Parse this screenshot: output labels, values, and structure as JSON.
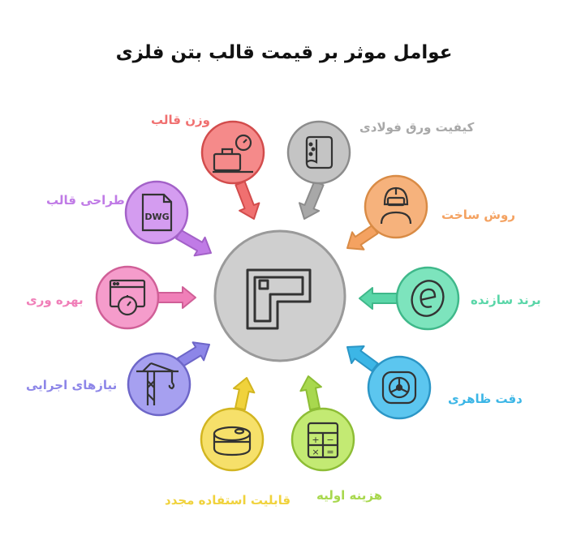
{
  "title": "عوامل موثر بر قیمت قالب بتن فلزی",
  "center": {
    "icon": "formwork-icon"
  },
  "factors": [
    {
      "id": "steel-sheet-quality",
      "label": "کیفیت ورق فولادی",
      "color": "#a8a8a8",
      "icon": "steel-roll-icon"
    },
    {
      "id": "construction-method",
      "label": "روش ساخت",
      "color": "#f4a261",
      "icon": "welder-icon"
    },
    {
      "id": "manufacturer-brand",
      "label": "برند سازنده",
      "color": "#5ad6a8",
      "icon": "brand-e-icon"
    },
    {
      "id": "surface-precision",
      "label": "دقت ظاهری",
      "color": "#3cb6e6",
      "icon": "tire-icon"
    },
    {
      "id": "initial-cost",
      "label": "هزینه اولیه",
      "color": "#a8d84e",
      "icon": "calculator-icon"
    },
    {
      "id": "reusability",
      "label": "قابلیت استفاده مجدد",
      "color": "#f0d23c",
      "icon": "recycle-can-icon"
    },
    {
      "id": "execution-needs",
      "label": "نیازهای اجرایی",
      "color": "#8d86e8",
      "icon": "crane-icon"
    },
    {
      "id": "productivity",
      "label": "بهره وری",
      "color": "#f07fb8",
      "icon": "timer-window-icon"
    },
    {
      "id": "formwork-design",
      "label": "طراحی قالب",
      "color": "#c07be6",
      "icon": "dwg-file-icon"
    },
    {
      "id": "formwork-weight",
      "label": "وزن قالب",
      "color": "#f07070",
      "icon": "scale-luggage-icon"
    }
  ]
}
